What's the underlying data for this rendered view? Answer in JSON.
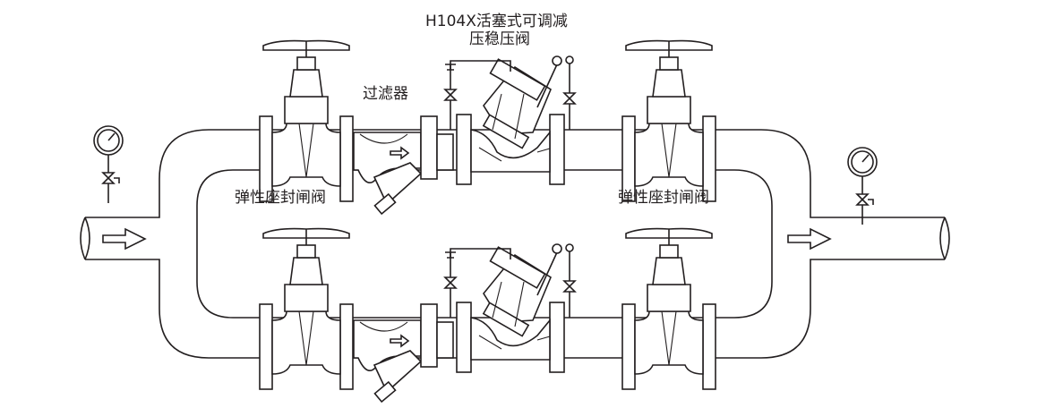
{
  "diagram": {
    "title_line1": "H104X活塞式可调减",
    "title_line2": "压稳压阀",
    "filter_label": "过滤器",
    "gate_valve_left_label": "弹性座封闸阀",
    "gate_valve_right_label": "弹性座封闸阀",
    "line_color": "#231f20"
  }
}
